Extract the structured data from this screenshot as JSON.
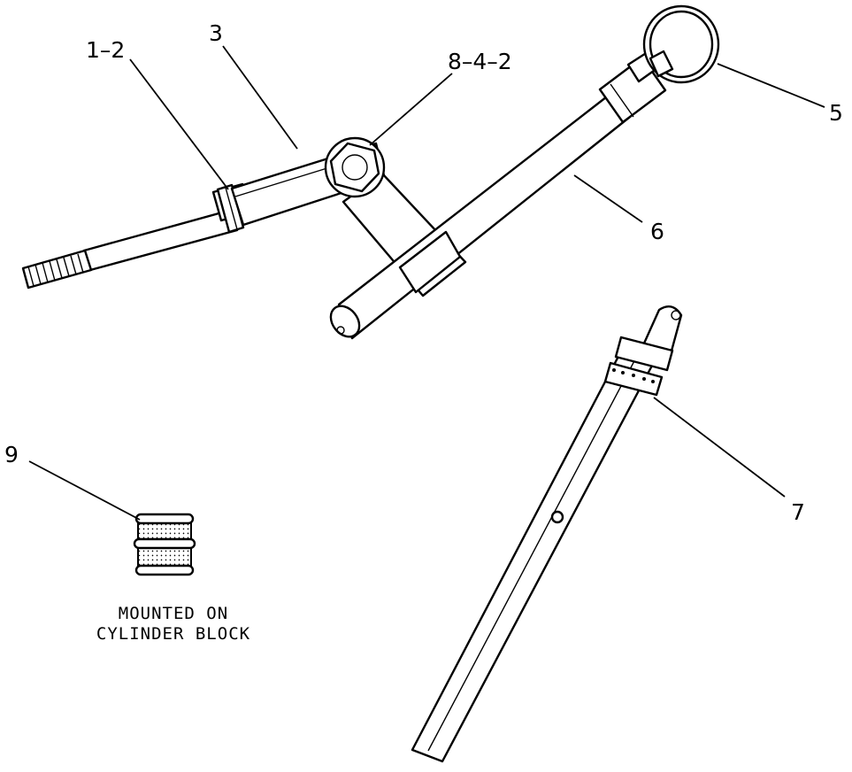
{
  "callouts": {
    "c12": "1–2",
    "c3": "3",
    "c842": "8–4–2",
    "c5": "5",
    "c6": "6",
    "c7": "7",
    "c9": "9"
  },
  "note": {
    "line1": "MOUNTED ON",
    "line2": "CYLINDER BLOCK"
  },
  "colors": {
    "ink": "#000000",
    "paper": "#ffffff"
  }
}
